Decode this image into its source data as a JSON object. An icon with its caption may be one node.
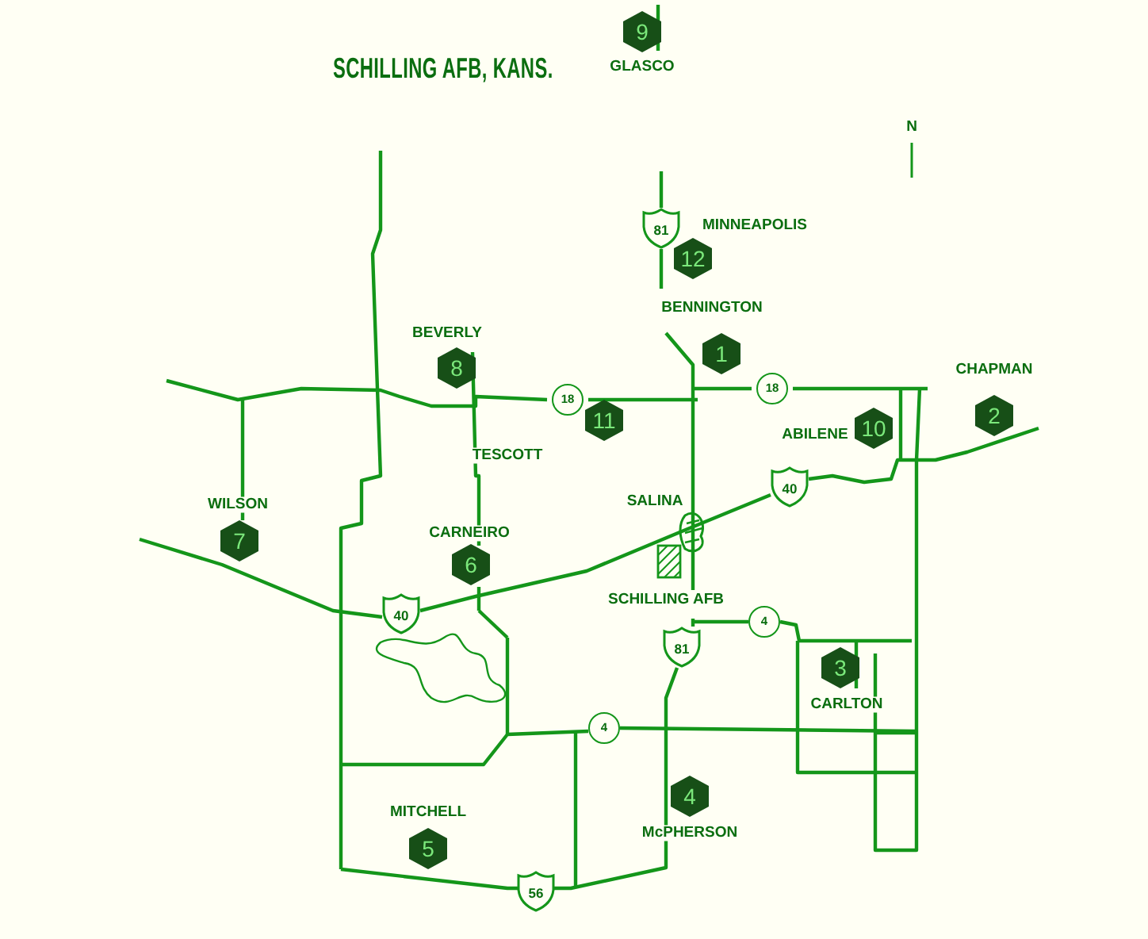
{
  "diagram": {
    "title": "SCHILLING AFB, KANS.",
    "nodes": [
      {
        "text": [
          "9"
        ],
        "beside": [
          "GLASCO"
        ]
      },
      {
        "text": [
          "81"
        ]
      },
      {
        "text": [
          "12"
        ],
        "beside": [
          "MINNEAPOLIS"
        ]
      },
      {
        "text": [
          "1"
        ],
        "beside": [
          "BENNINGTON"
        ]
      },
      {
        "text": [
          "8"
        ],
        "beside": [
          "BEVERLY"
        ]
      },
      {
        "text": [
          "18"
        ]
      },
      {
        "text": [
          "18"
        ]
      },
      {
        "text": [
          "11"
        ],
        "beside": [
          "TESCOTT"
        ]
      },
      {
        "text": [
          "2"
        ],
        "beside": [
          "CHAPMAN"
        ]
      },
      {
        "text": [
          "10"
        ],
        "beside": [
          "ABILENE"
        ]
      },
      {
        "text": [
          "7"
        ],
        "beside": [
          "WILSON"
        ]
      },
      {
        "text": [
          "6"
        ],
        "beside": [
          "CARNEIRO"
        ]
      },
      {
        "text": [
          "40"
        ]
      },
      {
        "text": [
          "40"
        ]
      },
      {
        "text": [
          "4"
        ]
      },
      {
        "text": [
          "81"
        ]
      },
      {
        "text": [
          "3"
        ],
        "beside": [
          "CARLTON"
        ]
      },
      {
        "text": [
          "4"
        ]
      },
      {
        "text": [
          "4"
        ],
        "beside": [
          "McPHERSON"
        ]
      },
      {
        "text": [
          "5"
        ],
        "beside": [
          "MITCHELL"
        ]
      },
      {
        "text": [
          "56"
        ]
      }
    ],
    "labels": [
      "N",
      "SALINA",
      "SCHILLING AFB"
    ]
  }
}
